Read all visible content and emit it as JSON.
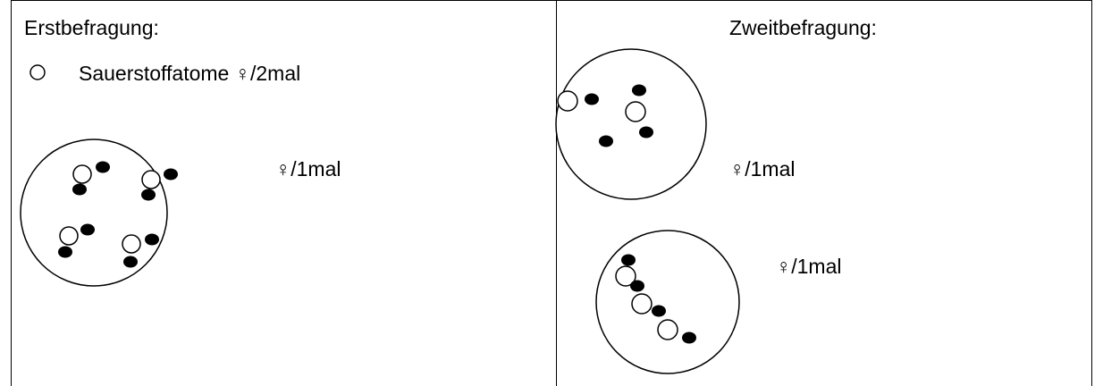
{
  "left": {
    "heading": "Erstbefragung:",
    "legend_text": "Sauerstoffatome ♀/2mal",
    "count_label": "♀/1mal"
  },
  "right": {
    "heading": "Zweitbefragung:",
    "label_top": "♀/1mal",
    "label_bottom": "♀/1mal"
  }
}
